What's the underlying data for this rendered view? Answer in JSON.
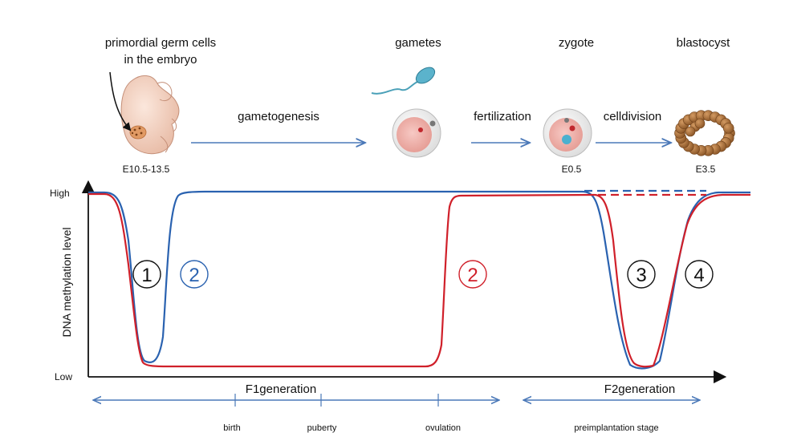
{
  "stages": [
    {
      "lines": [
        "primordial germ cells",
        "in the embryo"
      ],
      "timepoint": "E10.5-13.5"
    },
    {
      "lines": [
        "gametes"
      ],
      "timepoint": ""
    },
    {
      "lines": [
        "zygote"
      ],
      "timepoint": "E0.5"
    },
    {
      "lines": [
        "blastocyst"
      ],
      "timepoint": "E3.5"
    }
  ],
  "processes": [
    "gametogenesis",
    "fertilization",
    "celldivision"
  ],
  "axis": {
    "ylabel": "DNA  methylation level",
    "y_high": "High",
    "y_low": "Low"
  },
  "generations": [
    "F1generation",
    "F2generation"
  ],
  "timeline_ticks": [
    "birth",
    "puberty",
    "ovulation",
    "preimplantation stage"
  ],
  "markers": [
    {
      "label": "1",
      "color": "#111111"
    },
    {
      "label": "2",
      "color": "#2a62b0"
    },
    {
      "label": "2",
      "color": "#d0202a"
    },
    {
      "label": "3",
      "color": "#111111"
    },
    {
      "label": "4",
      "color": "#111111"
    }
  ],
  "colors": {
    "male": "#2a62b0",
    "female": "#d0202a",
    "arrow": "#4a78b8",
    "axis": "#111111"
  }
}
